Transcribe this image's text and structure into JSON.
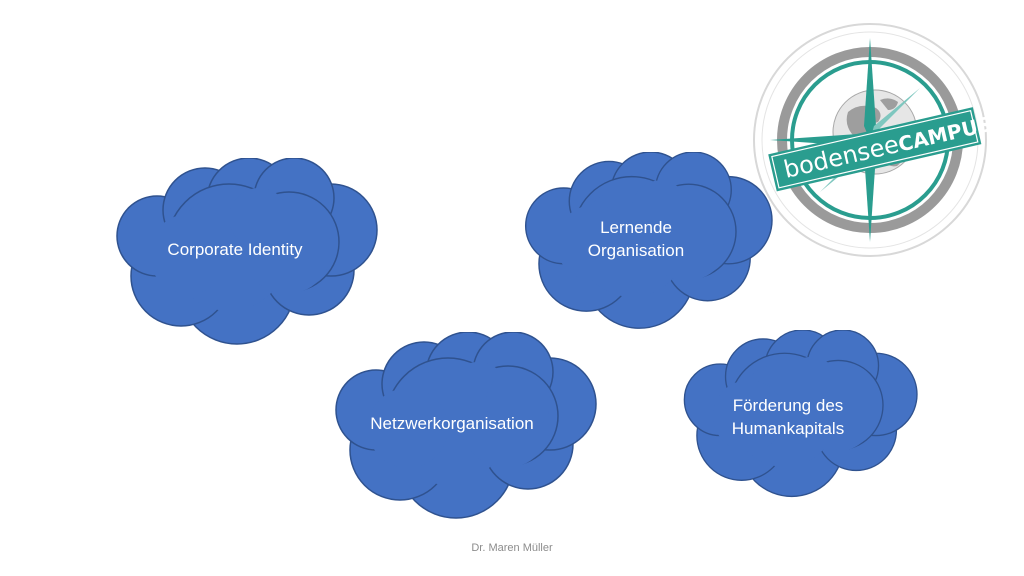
{
  "clouds": [
    {
      "lines": [
        "Corporate Identity"
      ]
    },
    {
      "lines": [
        "Lernende",
        "Organisation"
      ]
    },
    {
      "lines": [
        "Netzwerkorganisation"
      ]
    },
    {
      "lines": [
        "Förderung des",
        "Humankapitals"
      ]
    }
  ],
  "logo": {
    "text_light": "bodensee",
    "text_bold": "CAMPUS"
  },
  "footer": {
    "author": "Dr. Maren Müller"
  },
  "colors": {
    "cloud_fill": "#4472c4",
    "cloud_stroke": "#2f528f",
    "logo_teal": "#2a9d8f",
    "logo_gray": "#9a9a9a"
  }
}
